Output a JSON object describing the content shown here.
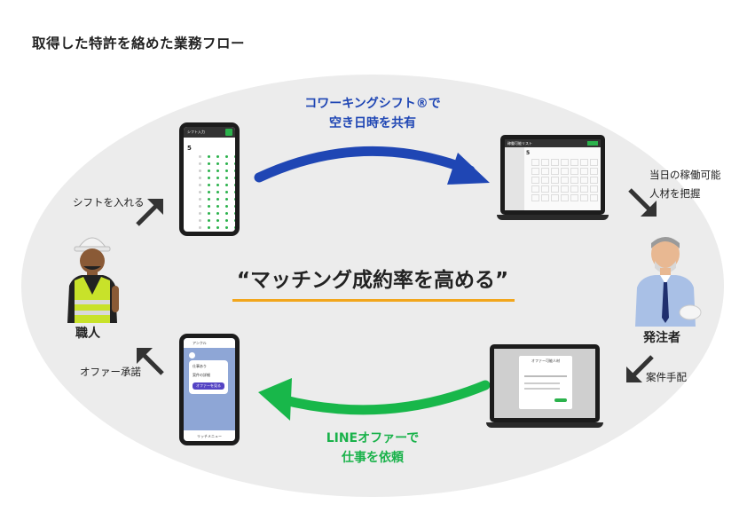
{
  "title": "取得した特許を絡めた業務フロー",
  "top_caption": {
    "line1": "コワーキングシフト®で",
    "line2": "空き日時を共有"
  },
  "bottom_caption": {
    "line1": "LINEオファーで",
    "line2": "仕事を依頼"
  },
  "headline": "“マッチング成約率を高める”",
  "labels": {
    "shift_input": "シフトを入れる",
    "availability_line1": "当日の稼働可能",
    "availability_line2": "人材を把握",
    "dispatch": "案件手配",
    "offer_accept": "オファー承諾"
  },
  "roles": {
    "worker": "職人",
    "orderer": "発注者"
  },
  "phone_shift": {
    "header": "シフト入力",
    "day": "5"
  },
  "laptop_list": {
    "header": "稼働可能リスト",
    "day": "5"
  },
  "laptop_offer": {
    "dialog_title": "オファー可能人材"
  },
  "phone_line": {
    "header": "アンクル",
    "msg1": "仕事あり",
    "msg2": "案件の詳細",
    "button": "オファーを見る",
    "footer": "リッチメニュー"
  },
  "colors": {
    "blue_arrow": "#1f46b4",
    "green_arrow": "#18b74a",
    "underline": "#f2a61c",
    "ellipse": "#ececec"
  }
}
